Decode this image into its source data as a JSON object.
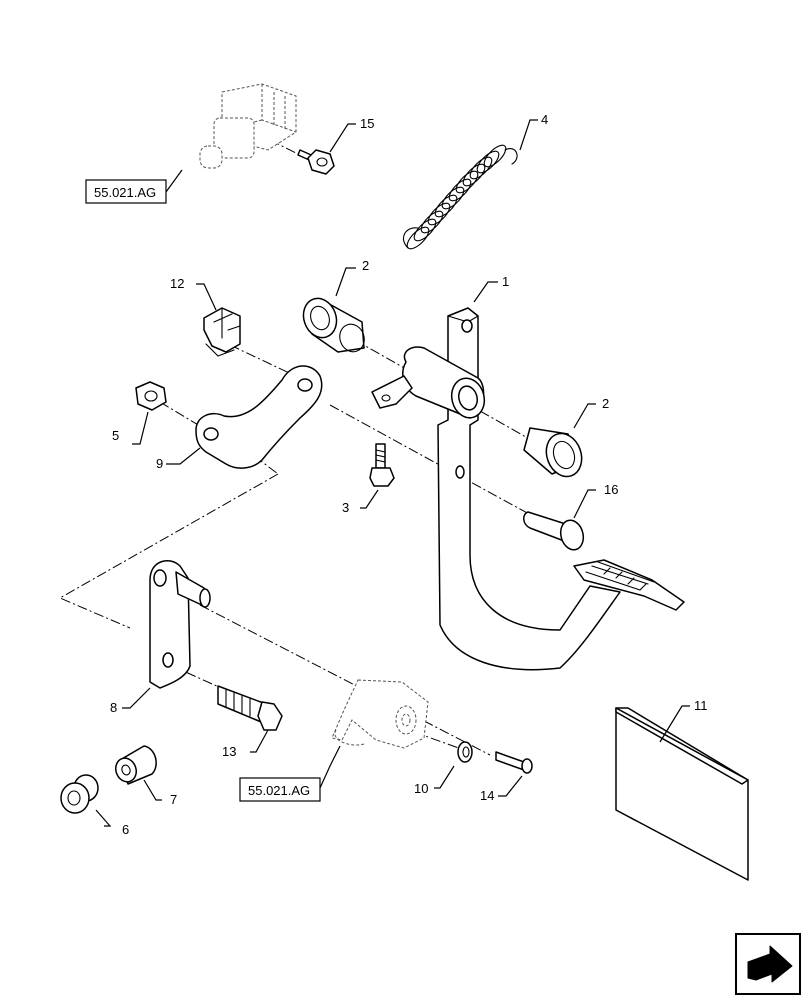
{
  "callouts": {
    "c1": "1",
    "c2a": "2",
    "c2b": "2",
    "c3": "3",
    "c4": "4",
    "c5": "5",
    "c6": "6",
    "c7": "7",
    "c8": "8",
    "c9": "9",
    "c10": "10",
    "c11": "11",
    "c12": "12",
    "c13": "13",
    "c14": "14",
    "c15": "15",
    "c16": "16"
  },
  "references": {
    "top": "55.021.AG",
    "bottom": "55.021.AG"
  },
  "icons": {
    "next_page": "arrow-next-icon"
  }
}
